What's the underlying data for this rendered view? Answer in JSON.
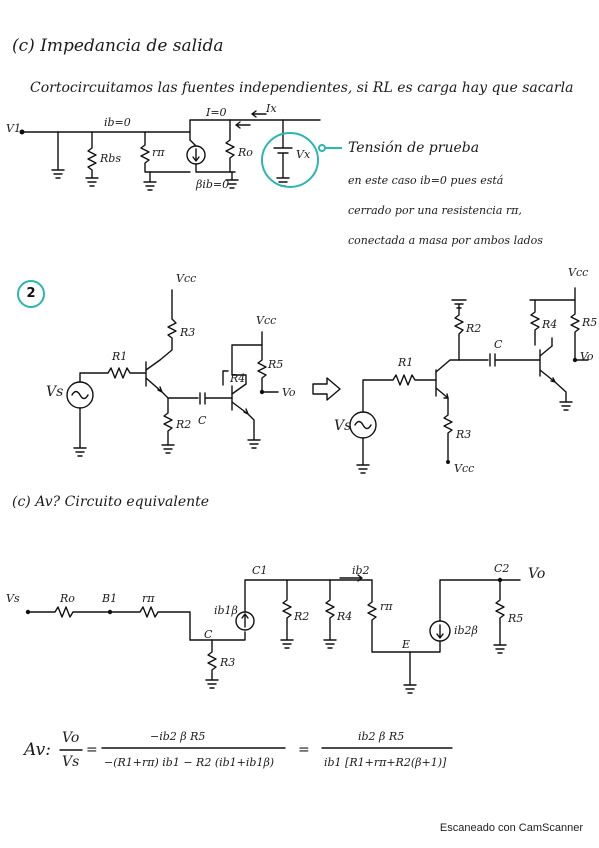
{
  "section_c_impedance": {
    "heading": "(c) Impedancia de salida",
    "intro": "Cortocircuitamos las fuentes independientes, si RL es carga hay que sacarla",
    "labels": {
      "v1": "V1",
      "ib0": "ib=0",
      "I0": "I=0",
      "Ix": "Ix",
      "rbs": "Rbs",
      "rpi": "rπ",
      "ro": "Ro",
      "bib0": "βib=0",
      "vx": "Vx"
    },
    "note": {
      "line1": "Tensión de prueba",
      "line2": "en este caso ib=0 pues está",
      "line3": "cerrado por una resistencia rπ,",
      "line4": "conectada a masa por ambos lados"
    }
  },
  "section_2": {
    "number": "2",
    "left_circuit": {
      "vcc1": "Vcc",
      "r3": "R3",
      "vcc2": "Vcc",
      "r1": "R1",
      "r4": "R4",
      "r5": "R5",
      "vs": "Vs",
      "r2": "R2",
      "c": "C",
      "vo": "Vo"
    },
    "right_circuit": {
      "vcc1": "Vcc",
      "r2": "R2",
      "r4": "R4",
      "r5": "R5",
      "c": "C",
      "r1": "R1",
      "vo": "Vo",
      "vs": "Vs",
      "r3": "R3",
      "vcc2": "Vcc"
    }
  },
  "section_c_av": {
    "heading": "(c) Av? Circuito equivalente",
    "labels": {
      "vs": "Vs",
      "ro": "Ro",
      "b1": "B1",
      "rpi1": "rπ",
      "c1": "C1",
      "ib1b": "ib1β",
      "c": "C",
      "r3": "R3",
      "r2": "R2",
      "r4": "R4",
      "ib2": "ib2",
      "rpi2": "rπ",
      "e": "E",
      "c2": "C2",
      "ib2b": "ib2β",
      "r5": "R5",
      "vo": "Vo"
    }
  },
  "equation": {
    "lhs_num": "Vo",
    "lhs_den": "Vs",
    "prefix": "Av:",
    "frac1_num": "−ib2 β R5",
    "frac1_den": "−(R1+rπ) ib1 − R2 (ib1+ib1β)",
    "frac2_num": "ib2 β R5",
    "frac2_den": "ib1 [R1+rπ+R2(β+1)]"
  },
  "footer": "Escaneado con CamScanner"
}
